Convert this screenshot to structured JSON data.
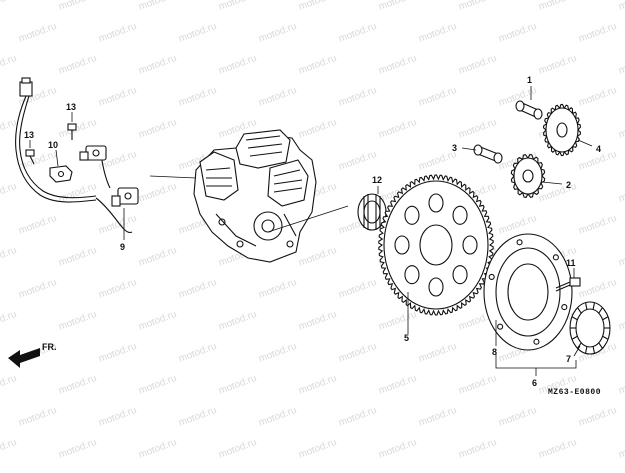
{
  "diagram": {
    "reference_code": "MZ63-E0800",
    "watermark_text": "motod.ru",
    "direction_label": "FR.",
    "callouts": {
      "c1": "1",
      "c2": "2",
      "c3": "3",
      "c4": "4",
      "c5": "5",
      "c6": "6",
      "c7": "7",
      "c8": "8",
      "c9": "9",
      "c10": "10",
      "c11": "11",
      "c12": "12",
      "c13a": "13",
      "c13b": "13"
    }
  }
}
